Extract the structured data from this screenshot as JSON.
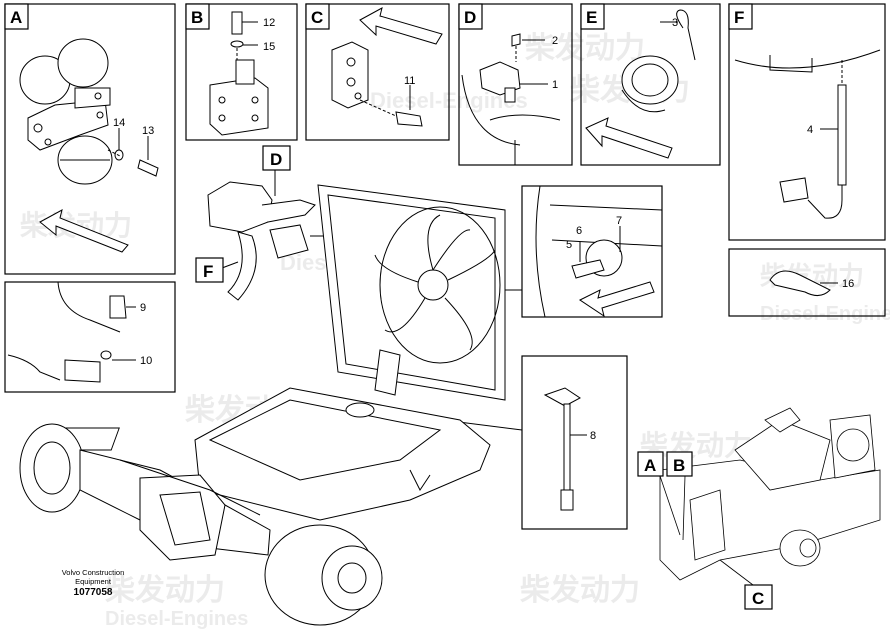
{
  "panels": {
    "A": "A",
    "B": "B",
    "C": "C",
    "D": "D",
    "E": "E",
    "F": "F"
  },
  "callouts": {
    "c1": "1",
    "c2": "2",
    "c3": "3",
    "c4": "4",
    "c5": "5",
    "c6": "6",
    "c7": "7",
    "c8": "8",
    "c9": "9",
    "c10": "10",
    "c11": "11",
    "c12": "12",
    "c13": "13",
    "c14": "14",
    "c15": "15",
    "c16": "16"
  },
  "credit": {
    "line1": "Volvo Construction",
    "line2": "Equipment",
    "number": "1077058"
  },
  "watermark": {
    "cn": "柴发动力",
    "en": "Diesel-Engines"
  }
}
